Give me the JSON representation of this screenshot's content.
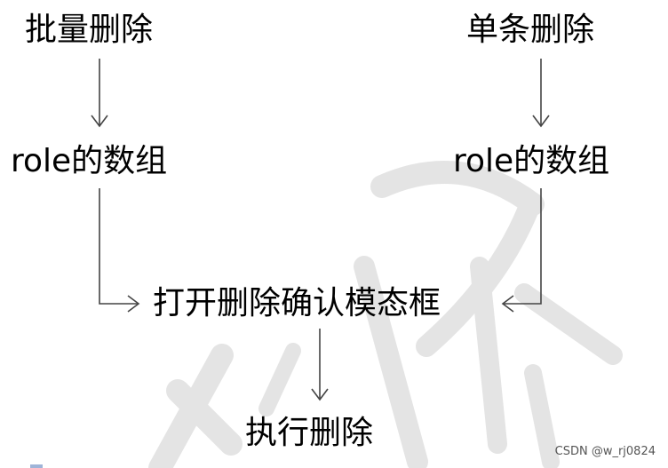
{
  "nodes": {
    "batch_delete": "批量删除",
    "single_delete": "单条删除",
    "role_array_left": "role的数组",
    "role_array_right": "role的数组",
    "open_confirm_modal": "打开删除确认模态框",
    "execute_delete": "执行删除"
  },
  "watermark": {
    "credit": "CSDN @w_rj0824"
  },
  "colors": {
    "text": "#000000",
    "arrow": "#444444",
    "watermark": "#e4e4e4"
  }
}
